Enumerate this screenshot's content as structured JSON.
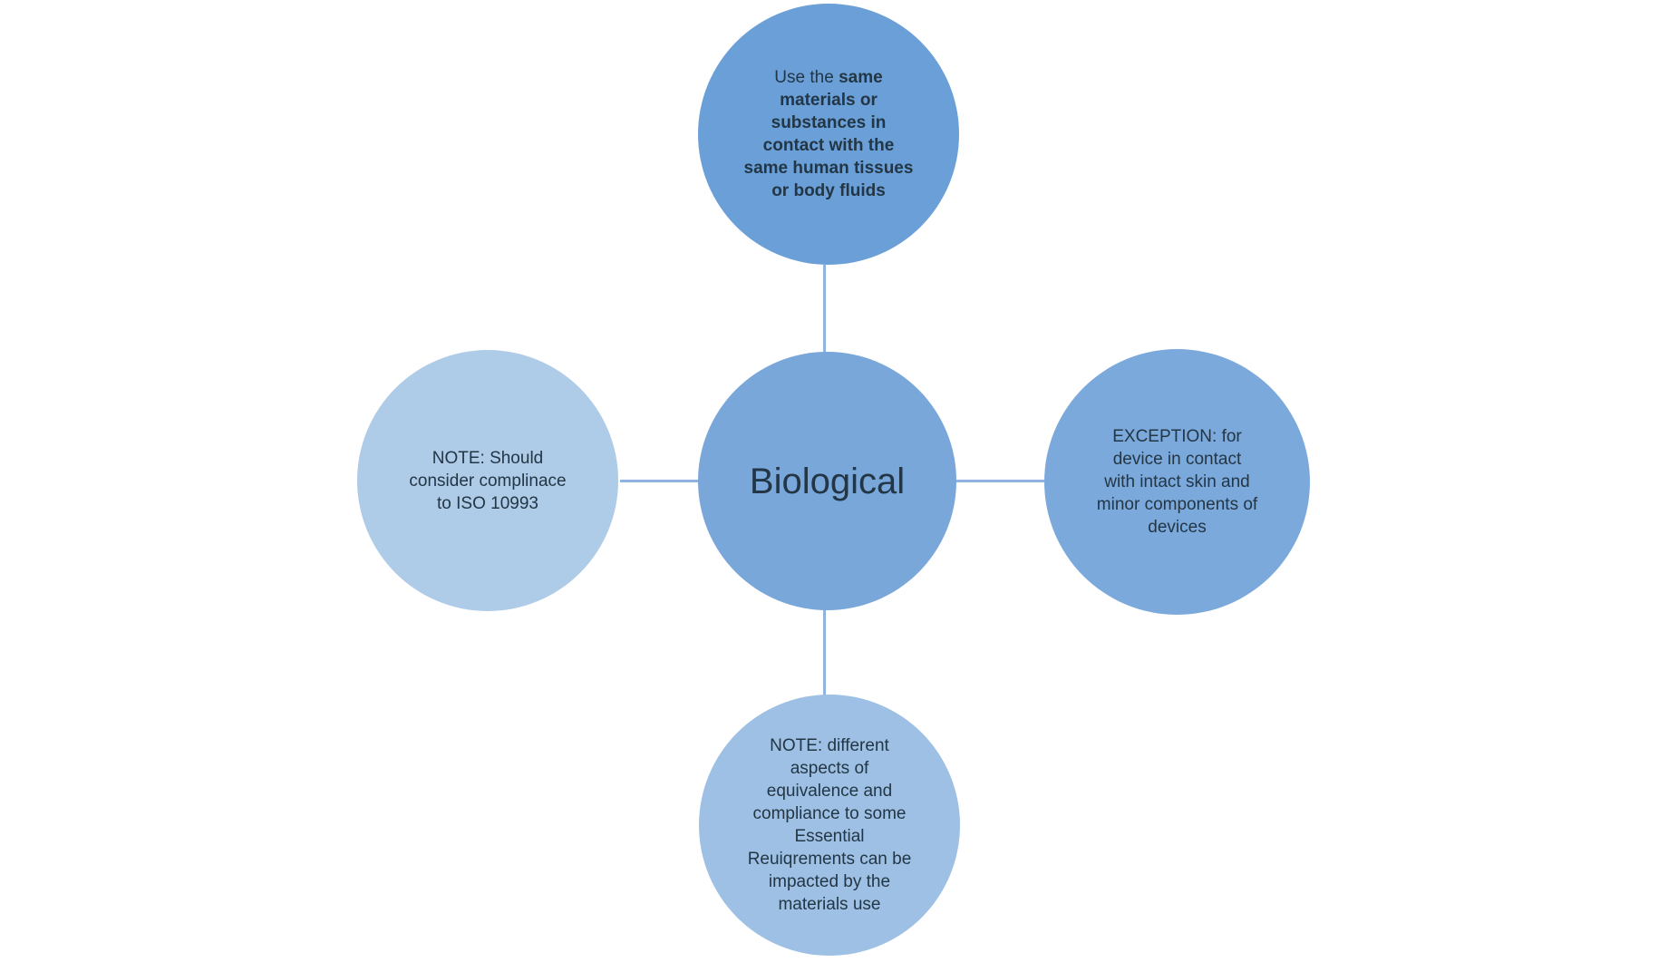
{
  "diagram": {
    "type": "radial-cycle",
    "text_color": "#233645",
    "connector_color": "#8FB4E1",
    "nodes": {
      "center": {
        "label": "Biological",
        "color": "#7AA7DA"
      },
      "top": {
        "text_regular": "Use the ",
        "text_bold": "same\nmaterials or\nsubstances in\ncontact with the\nsame human tissues\nor body fluids",
        "color": "#6A9FD7"
      },
      "left": {
        "text": "NOTE: Should\nconsider complinace\nto ISO 10993",
        "color": "#AECBE8"
      },
      "right": {
        "text": "EXCEPTION: for\ndevice in contact\nwith intact skin and\nminor components of\ndevices",
        "color": "#7BA9DB"
      },
      "bottom": {
        "text": "NOTE: different\naspects of\nequivalence and\ncompliance to some\nEssential\nReuiqrements can be\nimpacted by the\nmaterials use",
        "color": "#9DC0E4"
      }
    }
  }
}
